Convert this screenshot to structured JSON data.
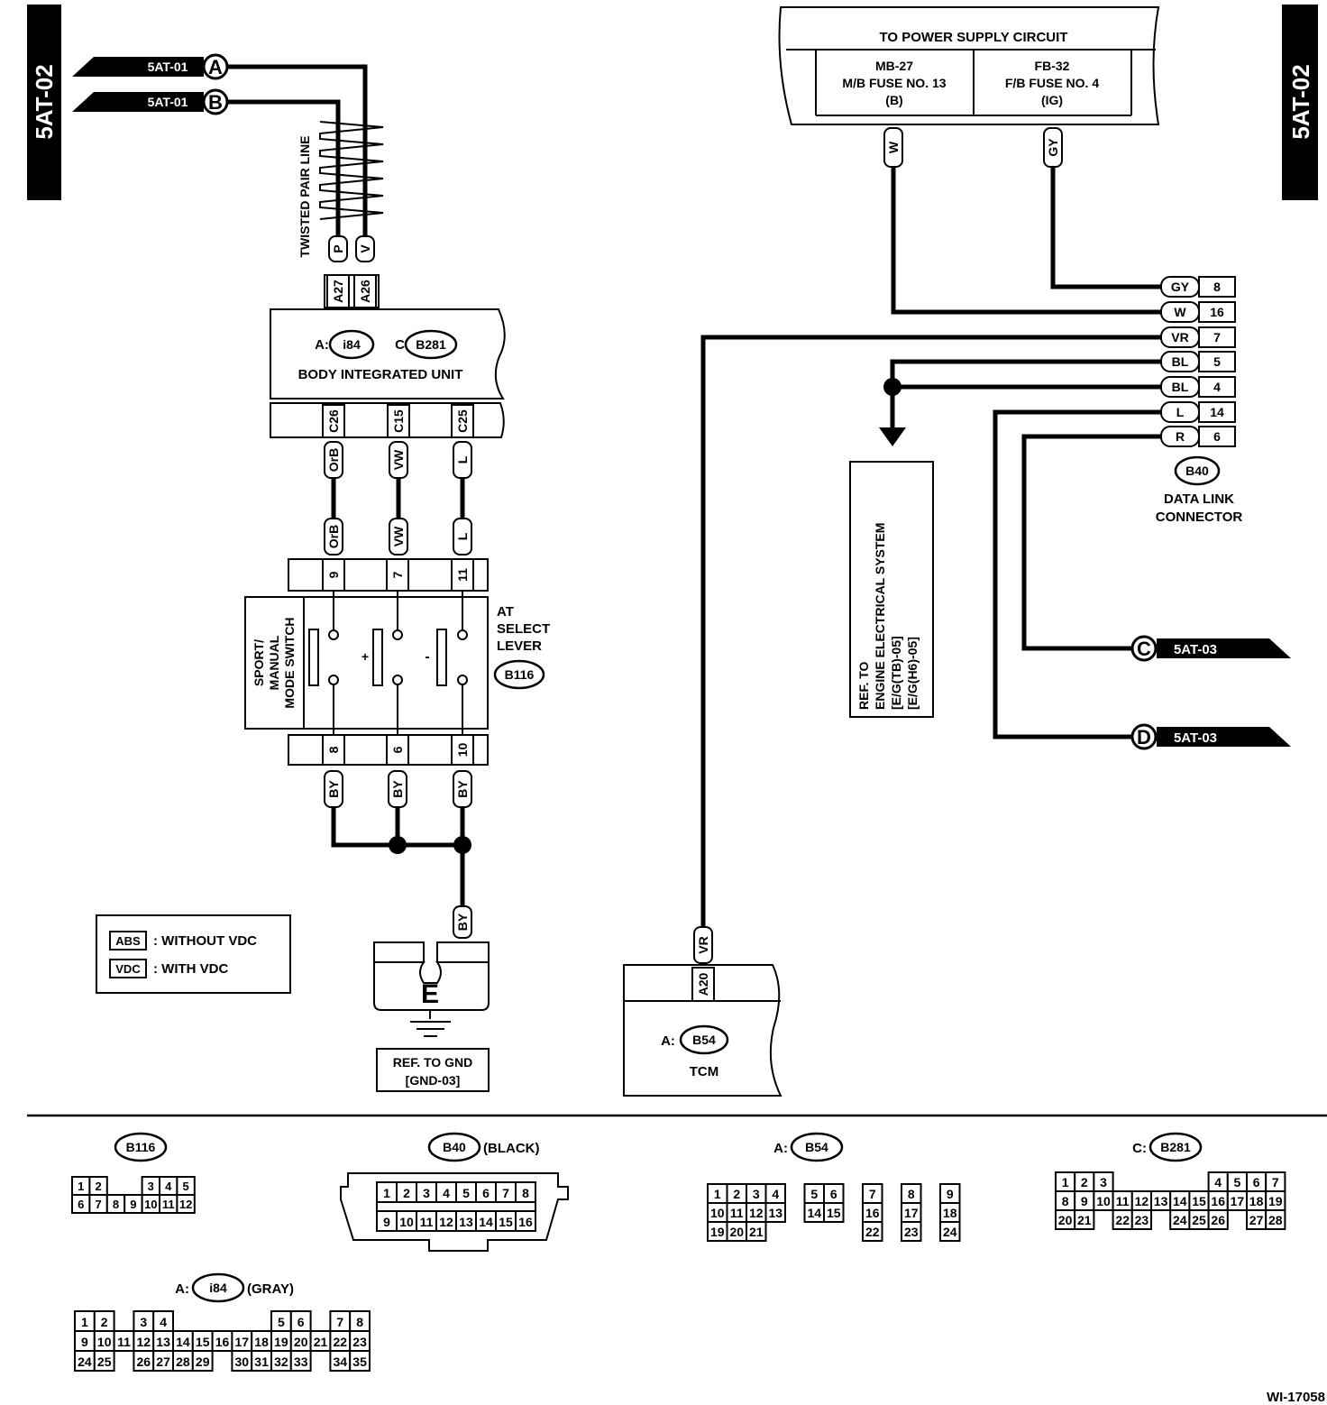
{
  "page_ref": {
    "left": "5AT-02",
    "right": "5AT-02"
  },
  "offpage": [
    {
      "letter": "A",
      "ref": "5AT-01"
    },
    {
      "letter": "B",
      "ref": "5AT-01"
    },
    {
      "letter": "C",
      "ref": "5AT-03"
    },
    {
      "letter": "D",
      "ref": "5AT-03"
    }
  ],
  "twisted_pair_label": "TWISTED PAIR LINE",
  "body_unit": {
    "prefix_a": "A:",
    "conn_a": "i84",
    "prefix_c": "C:",
    "conn_c": "B281",
    "name": "BODY INTEGRATED UNIT",
    "top_pins": [
      "A27",
      "A26"
    ],
    "bottom_pins": [
      "C26",
      "C15",
      "C25"
    ]
  },
  "wire_tags": {
    "p": "P",
    "v": "V",
    "orb": "OrB",
    "vw": "VW",
    "l": "L",
    "by": "BY",
    "w": "W",
    "gy": "GY",
    "vr": "VR"
  },
  "select_lever": {
    "name_lines": [
      "AT",
      "SELECT",
      "LEVER"
    ],
    "conn": "B116",
    "switch_lines": [
      "SPORT/",
      "MANUAL",
      "MODE SWITCH"
    ],
    "top_pins": [
      "9",
      "7",
      "11"
    ],
    "bottom_pins": [
      "8",
      "6",
      "10"
    ],
    "symbols": [
      "+",
      "-"
    ]
  },
  "ground": {
    "label": "E",
    "ref_lines": [
      "REF. TO GND",
      "[GND-03]"
    ]
  },
  "legend": [
    {
      "tag": "ABS",
      "text": ": WITHOUT VDC"
    },
    {
      "tag": "VDC",
      "text": ": WITH VDC"
    }
  ],
  "power": {
    "title": "TO POWER SUPPLY CIRCUIT",
    "cells": [
      {
        "lines": [
          "MB-27",
          "M/B FUSE NO. 13",
          "(B)"
        ]
      },
      {
        "lines": [
          "FB-32",
          "F/B FUSE NO. 4",
          "(IG)"
        ]
      }
    ]
  },
  "dlc": {
    "conn": "B40",
    "name_lines": [
      "DATA LINK",
      "CONNECTOR"
    ],
    "rows": [
      {
        "color": "GY",
        "pin": "8"
      },
      {
        "color": "W",
        "pin": "16"
      },
      {
        "color": "VR",
        "pin": "7"
      },
      {
        "color": "BL",
        "pin": "5"
      },
      {
        "color": "BL",
        "pin": "4"
      },
      {
        "color": "L",
        "pin": "14"
      },
      {
        "color": "R",
        "pin": "6"
      }
    ]
  },
  "engine_ref": {
    "lines": [
      "REF. TO",
      "ENGINE ELECTRICAL SYSTEM",
      "[E/G(TB)-05]",
      "[E/G(H6)-05]"
    ]
  },
  "tcm": {
    "prefix": "A:",
    "conn": "B54",
    "name": "TCM",
    "pin": "A20"
  },
  "connectors": [
    {
      "prefix": "",
      "code": "B116",
      "note": "",
      "rows": [
        [
          "1",
          "2",
          "",
          "",
          "3",
          "4",
          "5"
        ],
        [
          "6",
          "7",
          "8",
          "9",
          "10",
          "11",
          "12"
        ]
      ]
    },
    {
      "prefix": "",
      "code": "B40",
      "note": "(BLACK)",
      "rows": [
        [
          "1",
          "2",
          "3",
          "4",
          "5",
          "6",
          "7",
          "8"
        ],
        [
          "9",
          "10",
          "11",
          "12",
          "13",
          "14",
          "15",
          "16"
        ]
      ]
    },
    {
      "prefix": "A:",
      "code": "B54",
      "note": "",
      "rows": [
        [
          "1",
          "2",
          "3",
          "4",
          "",
          "5",
          "6",
          "",
          "7",
          "",
          "8",
          "",
          "9"
        ],
        [
          "10",
          "11",
          "12",
          "13",
          "",
          "14",
          "15",
          "",
          "16",
          "",
          "17",
          "",
          "18"
        ],
        [
          "19",
          "20",
          "21",
          "",
          "",
          "",
          "",
          "",
          "22",
          "",
          "23",
          "",
          "24"
        ]
      ]
    },
    {
      "prefix": "C:",
      "code": "B281",
      "note": "",
      "rows": [
        [
          "1",
          "2",
          "3",
          "",
          "",
          "",
          "",
          "",
          "4",
          "5",
          "6",
          "7"
        ],
        [
          "8",
          "9",
          "10",
          "11",
          "12",
          "13",
          "14",
          "15",
          "16",
          "17",
          "18",
          "19"
        ],
        [
          "20",
          "21",
          "",
          "22",
          "23",
          "",
          "24",
          "25",
          "26",
          "",
          "27",
          "28"
        ]
      ]
    },
    {
      "prefix": "A:",
      "code": "i84",
      "note": "(GRAY)",
      "rows": [
        [
          "1",
          "2",
          "",
          "3",
          "4",
          "",
          "",
          "",
          "",
          "",
          "5",
          "6",
          "",
          "7",
          "8"
        ],
        [
          "9",
          "10",
          "11",
          "12",
          "13",
          "14",
          "15",
          "16",
          "17",
          "18",
          "19",
          "20",
          "21",
          "22",
          "23"
        ],
        [
          "24",
          "25",
          "",
          "26",
          "27",
          "28",
          "29",
          "",
          "30",
          "31",
          "32",
          "33",
          "",
          "34",
          "35"
        ]
      ]
    }
  ],
  "figure_id": "WI-17058"
}
